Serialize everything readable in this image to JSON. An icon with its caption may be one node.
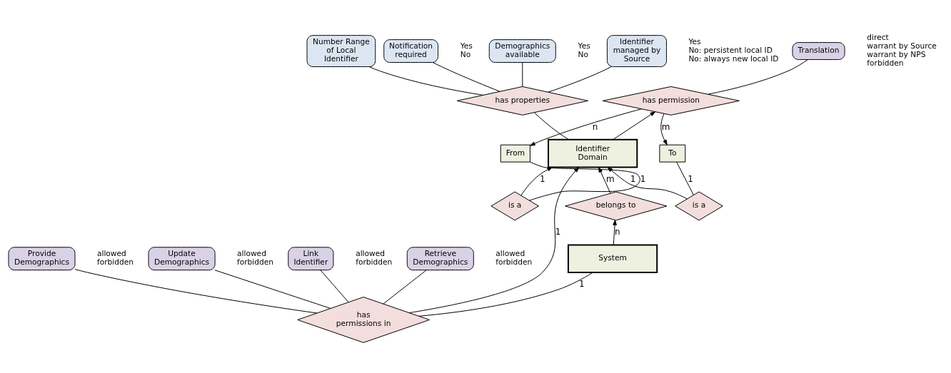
{
  "diagram": {
    "nodes": [
      {
        "text": [
          "Provide Demographics"
        ],
        "beside": [
          "allowed",
          "forbidden"
        ]
      },
      {
        "text": [
          "Update Demographics"
        ],
        "beside": [
          "allowed",
          "forbidden"
        ]
      },
      {
        "text": [
          "Link Identifier"
        ],
        "beside": [
          "allowed",
          "forbidden"
        ]
      },
      {
        "text": [
          "Retrieve Demographics"
        ],
        "beside": [
          "allowed",
          "forbidden"
        ]
      },
      {
        "text": [
          "has permissions in"
        ]
      },
      {
        "text": [
          "System"
        ]
      },
      {
        "text": [
          "belongs to"
        ]
      },
      {
        "text": [
          "Identifier Domain"
        ]
      },
      {
        "text": [
          "Translation"
        ],
        "beside": [
          "direct",
          "warrant by Source",
          "warrant by NPS",
          "forbidden"
        ]
      },
      {
        "text": [
          "has permission"
        ]
      },
      {
        "text": [
          "From"
        ]
      },
      {
        "text": [
          "To"
        ]
      },
      {
        "text": [
          "is a"
        ]
      },
      {
        "text": [
          "is a"
        ]
      },
      {
        "text": [
          "has properties"
        ]
      },
      {
        "text": [
          "Demographics available"
        ],
        "beside": [
          "Yes",
          "No"
        ]
      },
      {
        "text": [
          "Identifier managed by Source"
        ],
        "beside": [
          "Yes",
          "No: persistent local ID",
          "No: always new local ID"
        ]
      },
      {
        "text": [
          "Number Range of Local Identifier"
        ]
      },
      {
        "text": [
          "Notification required"
        ],
        "beside": [
          "Yes",
          "No"
        ]
      }
    ],
    "edges": [
      {
        "from": 4,
        "to": 0,
        "arrow": "none"
      },
      {
        "from": 4,
        "to": 1,
        "arrow": "none"
      },
      {
        "from": 4,
        "to": 2,
        "arrow": "none"
      },
      {
        "from": 4,
        "to": 3,
        "arrow": "none"
      },
      {
        "from": 4,
        "to": 5,
        "arrow": "none",
        "label": "1"
      },
      {
        "from": 4,
        "to": 7,
        "arrow": "to",
        "label": "1"
      },
      {
        "from": 5,
        "to": 6,
        "arrow": "to",
        "label": "n"
      },
      {
        "from": 6,
        "to": 7,
        "arrow": "to",
        "label": "m"
      },
      {
        "from": 9,
        "to": 8,
        "arrow": "none"
      },
      {
        "from": 9,
        "to": 10,
        "arrow": "to",
        "label": "n"
      },
      {
        "from": 9,
        "to": 11,
        "arrow": "to",
        "label": "m"
      },
      {
        "from": 10,
        "to": 12,
        "arrow": "none",
        "label": "1"
      },
      {
        "from": 11,
        "to": 13,
        "arrow": "none",
        "label": "1"
      },
      {
        "from": 12,
        "to": 7,
        "arrow": "to",
        "label": "1"
      },
      {
        "from": 13,
        "to": 7,
        "arrow": "to",
        "label": "1"
      },
      {
        "from": 7,
        "to": 9,
        "arrow": "to"
      },
      {
        "from": 7,
        "to": 14,
        "arrow": "none"
      },
      {
        "from": 14,
        "to": 15,
        "arrow": "none"
      },
      {
        "from": 14,
        "to": 16,
        "arrow": "none"
      },
      {
        "from": 14,
        "to": 17,
        "arrow": "none"
      },
      {
        "from": 14,
        "to": 18,
        "arrow": "none"
      }
    ]
  }
}
